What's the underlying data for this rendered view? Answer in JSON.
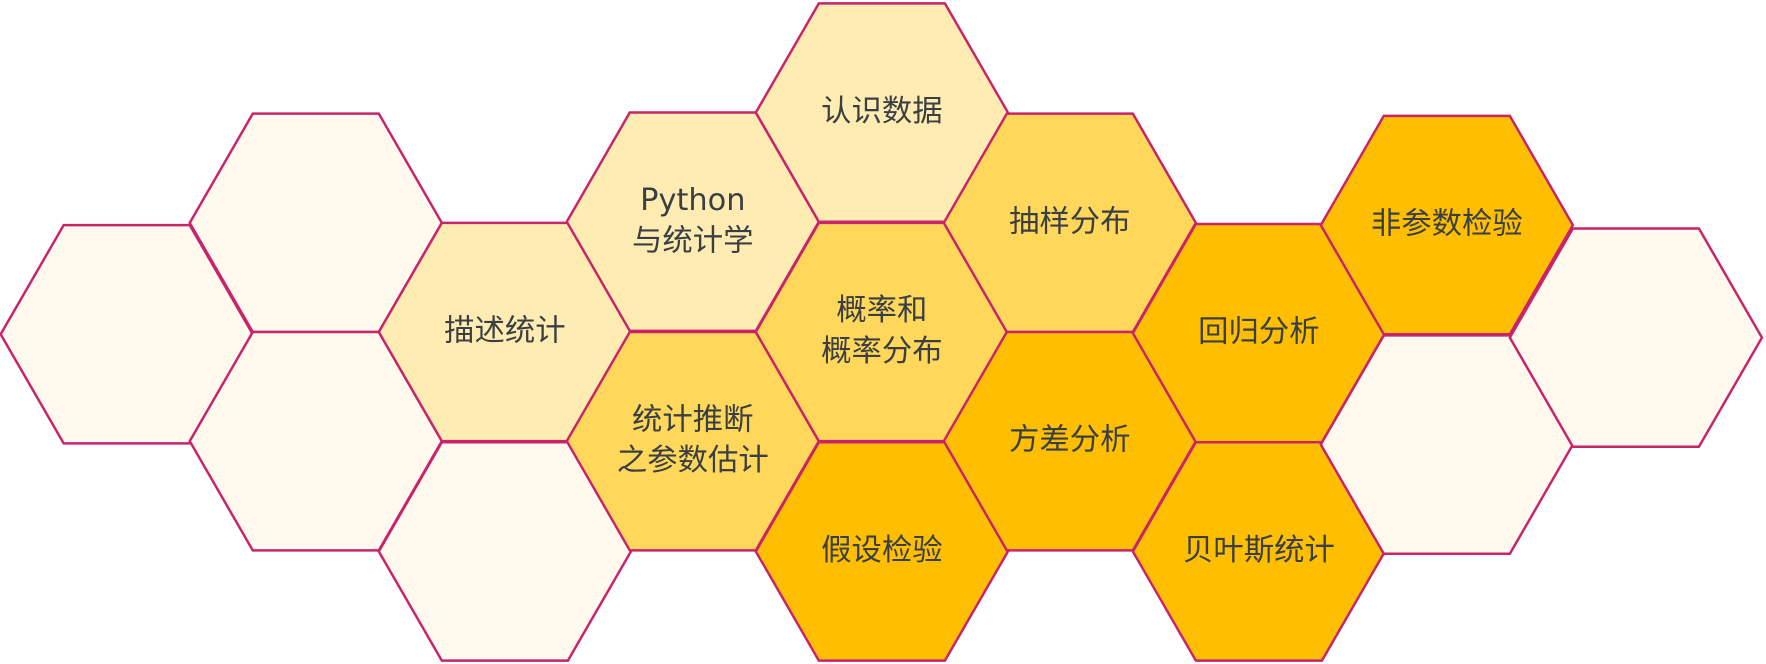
{
  "tier_colors": {
    "empty": "#fff9ee",
    "light": "#ffecb3",
    "medium": "#ffd75a",
    "strong": "#ffbf00",
    "stroke": "#c8246c",
    "text": "#3a3f44"
  },
  "hexagons": [
    {
      "id": "empty-1",
      "lines": [],
      "tier": "empty"
    },
    {
      "id": "empty-2",
      "lines": [],
      "tier": "empty"
    },
    {
      "id": "empty-3",
      "lines": [],
      "tier": "empty"
    },
    {
      "id": "descriptive-statistics",
      "lines": [
        "描述统计"
      ],
      "tier": "light"
    },
    {
      "id": "empty-4",
      "lines": [],
      "tier": "empty"
    },
    {
      "id": "python-and-statistics",
      "lines": [
        "Python",
        "与统计学"
      ],
      "tier": "light"
    },
    {
      "id": "inference-parameter-estimation",
      "lines": [
        "统计推断",
        "之参数估计"
      ],
      "tier": "medium"
    },
    {
      "id": "knowing-data",
      "lines": [
        "认识数据"
      ],
      "tier": "light"
    },
    {
      "id": "probability-distribution",
      "lines": [
        "概率和",
        "概率分布"
      ],
      "tier": "medium"
    },
    {
      "id": "hypothesis-testing",
      "lines": [
        "假设检验"
      ],
      "tier": "strong"
    },
    {
      "id": "sampling-distribution",
      "lines": [
        "抽样分布"
      ],
      "tier": "medium"
    },
    {
      "id": "anova",
      "lines": [
        "方差分析"
      ],
      "tier": "strong"
    },
    {
      "id": "regression-analysis",
      "lines": [
        "回归分析"
      ],
      "tier": "strong"
    },
    {
      "id": "bayesian-statistics",
      "lines": [
        "贝叶斯统计"
      ],
      "tier": "strong"
    },
    {
      "id": "nonparametric-testing",
      "lines": [
        "非参数检验"
      ],
      "tier": "strong"
    },
    {
      "id": "empty-5",
      "lines": [],
      "tier": "empty"
    },
    {
      "id": "empty-6",
      "lines": [],
      "tier": "empty"
    }
  ]
}
